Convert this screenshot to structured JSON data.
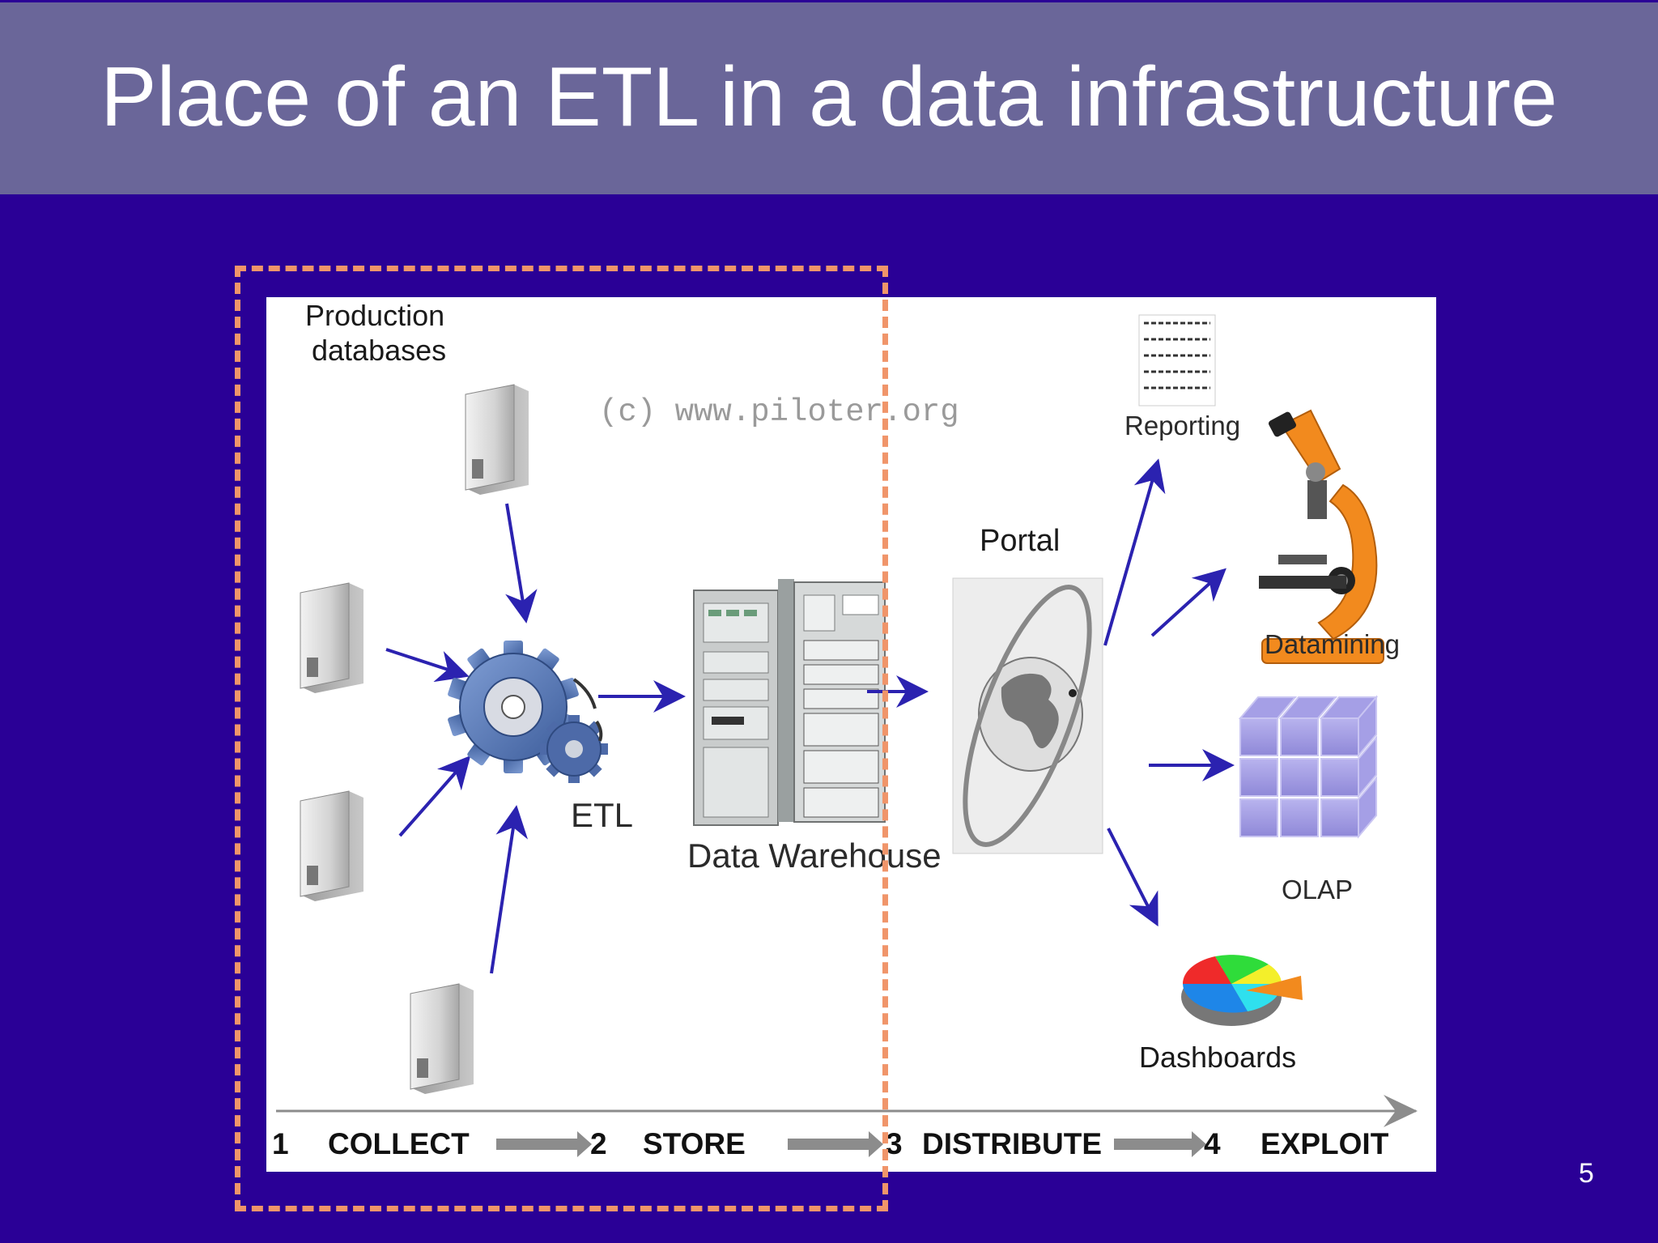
{
  "slide": {
    "title": "Place of an ETL in a data infrastructure",
    "page_number": "5"
  },
  "diagram": {
    "source_label": "Production\ndatabases",
    "source_label_line1": "Production",
    "source_label_line2": "databases",
    "watermark": "(c) www.piloter.org",
    "etl_label": "ETL",
    "warehouse_label": "Data Warehouse",
    "portal_label": "Portal",
    "outputs": {
      "reporting": "Reporting",
      "datamining": "Datamining",
      "olap": "OLAP",
      "dashboards": "Dashboards"
    },
    "steps": [
      {
        "num": "1",
        "label": "COLLECT"
      },
      {
        "num": "2",
        "label": "STORE"
      },
      {
        "num": "3",
        "label": "DISTRIBUTE"
      },
      {
        "num": "4",
        "label": "EXPLOIT"
      }
    ]
  },
  "colors": {
    "background": "#2a0096",
    "title_band": "#6a6699",
    "arrow": "#2b22b0",
    "dashed_highlight": "#f0956a",
    "timeline_arrow": "#8c8c8c"
  }
}
